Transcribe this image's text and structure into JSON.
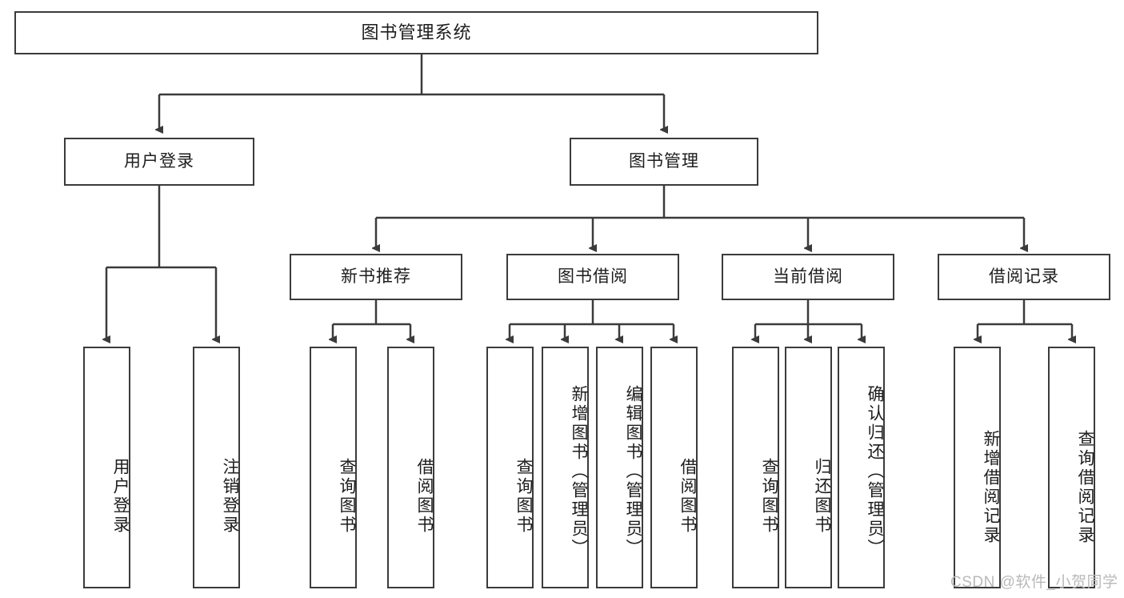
{
  "diagram": {
    "title": "图书管理系统",
    "type": "tree-hierarchy",
    "root": {
      "label": "图书管理系统"
    },
    "level2": [
      {
        "label": "用户登录"
      },
      {
        "label": "图书管理"
      }
    ],
    "level3": [
      {
        "label": "新书推荐"
      },
      {
        "label": "图书借阅"
      },
      {
        "label": "当前借阅"
      },
      {
        "label": "借阅记录"
      }
    ],
    "leaves": {
      "user_login": [
        {
          "label": "用户登录"
        },
        {
          "label": "注销登录"
        }
      ],
      "new_book_recommend": [
        {
          "label": "查询图书"
        },
        {
          "label": "借阅图书"
        }
      ],
      "book_borrow": [
        {
          "label": "查询图书"
        },
        {
          "label": "新增图书（管理员）"
        },
        {
          "label": "编辑图书（管理员）"
        },
        {
          "label": "借阅图书"
        }
      ],
      "current_borrow": [
        {
          "label": "查询图书"
        },
        {
          "label": "归还图书"
        },
        {
          "label": "确认归还（管理员）"
        }
      ],
      "borrow_record": [
        {
          "label": "新增借阅记录"
        },
        {
          "label": "查询借阅记录"
        }
      ]
    }
  },
  "watermark": {
    "text": "CSDN @软件_小贺同学"
  },
  "colors": {
    "stroke": "#3b3b3b",
    "background": "#ffffff",
    "text": "#1d1d1d",
    "watermark": "#b9b9b9"
  }
}
